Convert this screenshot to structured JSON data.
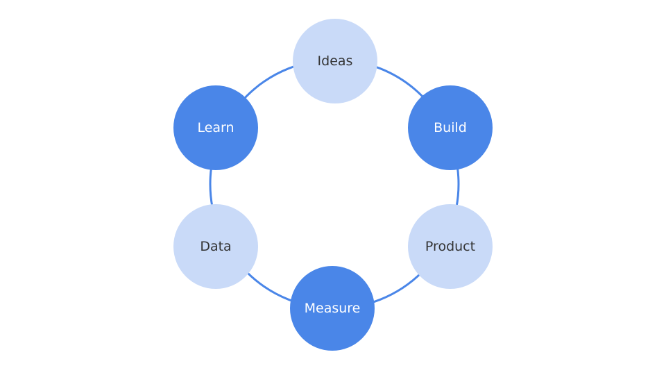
{
  "diagram": {
    "type": "cycle",
    "colors": {
      "dark": "#4a86e8",
      "light": "#c9daf8",
      "ring": "#4a86e8"
    },
    "nodes": [
      {
        "label": "Ideas",
        "style": "light"
      },
      {
        "label": "Build",
        "style": "dark"
      },
      {
        "label": "Product",
        "style": "light"
      },
      {
        "label": "Measure",
        "style": "dark"
      },
      {
        "label": "Data",
        "style": "light"
      },
      {
        "label": "Learn",
        "style": "dark"
      }
    ]
  }
}
